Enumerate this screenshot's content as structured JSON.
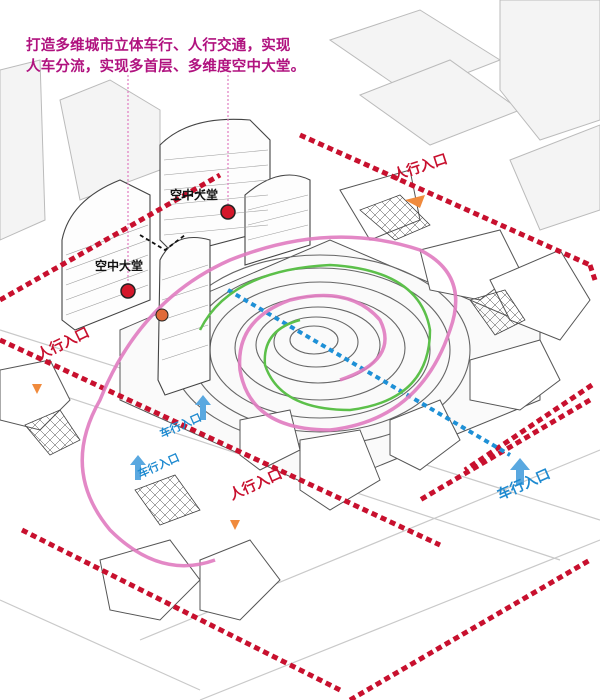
{
  "caption": {
    "line1": "打造多维城市立体车行、人行交通，实现",
    "line2": "人车分流，实现多首层、多维度空中大堂。"
  },
  "labels": {
    "sky_lobby_upper": "空中大堂",
    "sky_lobby_lower": "空中大堂",
    "ped_entrance_top": "人行入口",
    "ped_entrance_left": "人行入口",
    "ped_entrance_bottom": "人行入口",
    "car_entrance_right": "车行入口",
    "car_entrance_mid_upper": "车行入口",
    "car_entrance_mid_lower": "车行入口"
  },
  "colors": {
    "caption": "#b0127f",
    "boundary_dashes": "#c8102e",
    "car_route": "#1e90d6",
    "pedestrian_loop": "#e07bc0",
    "green_path": "#5cc04a",
    "pedestrian_arrow": "#f08a3c",
    "car_arrow": "#5aa8e0",
    "lobby_marker": "#d4172a",
    "secondary_marker": "#e06b3a"
  }
}
